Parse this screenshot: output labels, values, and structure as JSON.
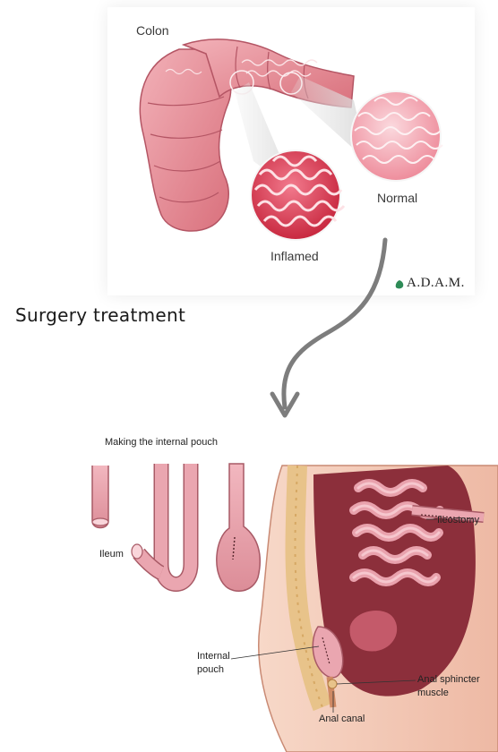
{
  "top_illustration": {
    "colon_label": "Colon",
    "normal_label": "Normal",
    "inflamed_label": "Inflamed",
    "logo_text": "A.D.A.M."
  },
  "heading": "Surgery treatment",
  "bottom_illustration": {
    "title": "Making the internal pouch",
    "ileum_label": "Ileum",
    "ileostomy_label": "Ileostomy",
    "internal_pouch_label": "Internal pouch",
    "anal_sphincter_label": "Anal sphincter muscle",
    "anal_canal_label": "Anal canal"
  },
  "colors": {
    "tissue": "#e8a0a8",
    "tissue_dark": "#c9606e",
    "tissue_light": "#f6cdd2",
    "skin": "#f3c9b5",
    "arrow": "#7d7d7d",
    "logo_leaf": "#2e8b57"
  }
}
